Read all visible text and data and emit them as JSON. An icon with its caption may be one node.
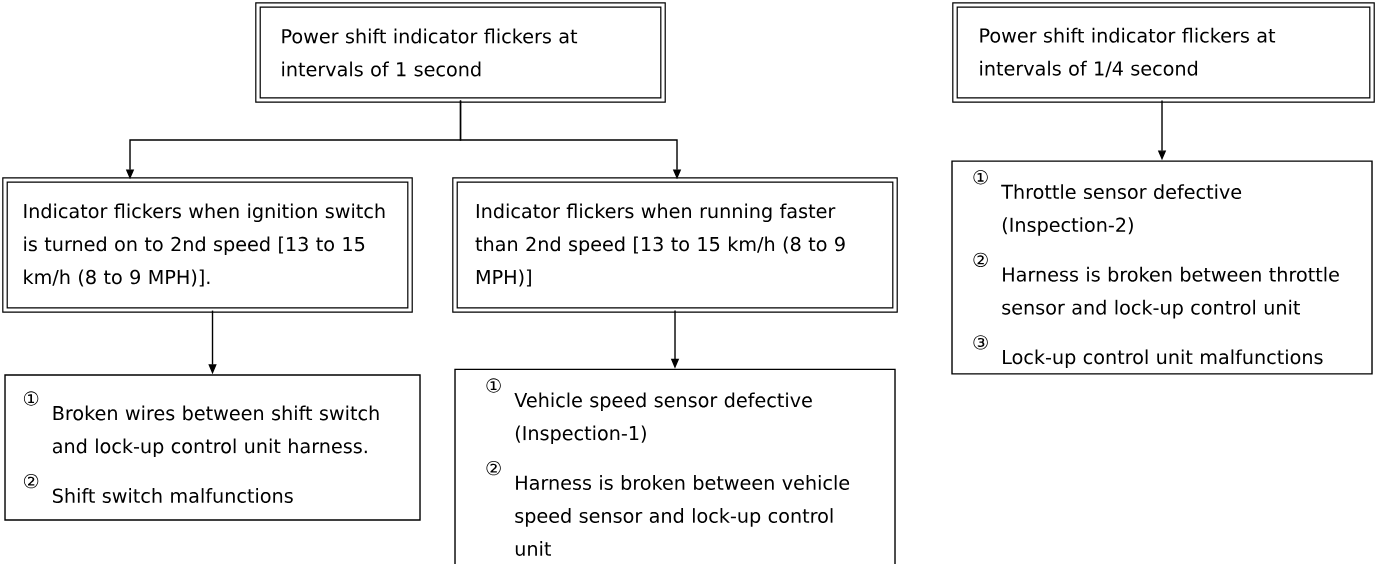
{
  "diagram": {
    "nodes": [
      {
        "text": [
          "Power shift indicator flickers at intervals of 1 second"
        ]
      },
      {
        "text": [
          "Indicator flickers when ignition switch is turned on to 2nd speed [13 to 15 km/h (8 to 9 MPH)]."
        ]
      },
      {
        "text": [
          "Indicator flickers when running faster than 2nd speed [13 to 15 km/h (8 to 9 MPH)]"
        ]
      },
      {
        "text": [
          "①",
          "Broken wires between shift switch and lock-up control unit harness.",
          "②",
          "Shift switch malfunctions"
        ]
      },
      {
        "text": [
          "①",
          "Vehicle speed sensor defective (Inspection-1)",
          "②",
          "Harness is broken between vehicle speed sensor and lock-up control unit"
        ]
      },
      {
        "text": [
          "Power shift indicator flickers at intervals of 1/4 second"
        ]
      },
      {
        "text": [
          "①",
          "Throttle sensor defective (Inspection-2)",
          "②",
          "Harness is broken between throttle sensor and lock-up control unit",
          "③",
          "Lock-up control unit malfunctions"
        ]
      }
    ],
    "edges": [
      {
        "from": 0,
        "to": 1,
        "arrow": "to"
      },
      {
        "from": 0,
        "to": 2,
        "arrow": "to"
      },
      {
        "from": 1,
        "to": 3,
        "arrow": "to"
      },
      {
        "from": 2,
        "to": 4,
        "arrow": "to"
      },
      {
        "from": 5,
        "to": 6,
        "arrow": "to"
      }
    ]
  }
}
